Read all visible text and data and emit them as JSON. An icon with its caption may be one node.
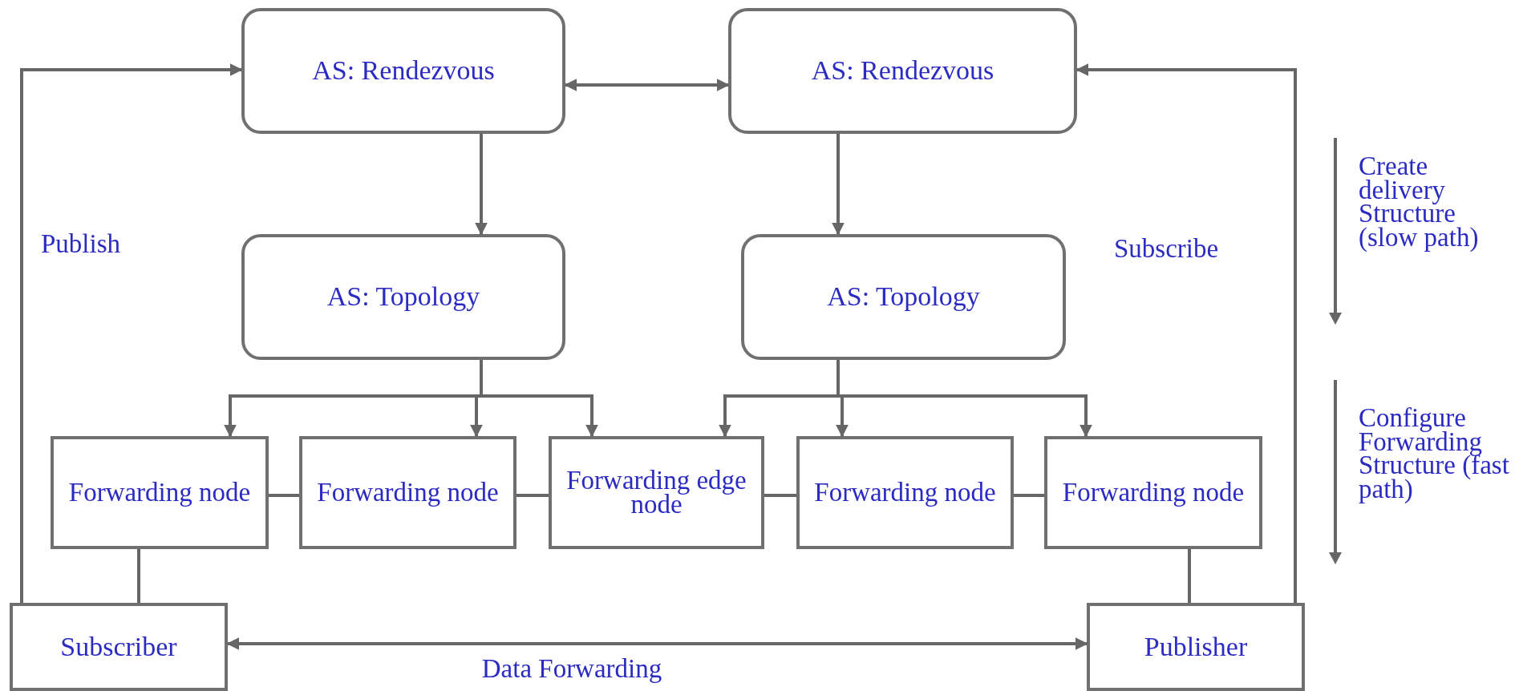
{
  "diagram": {
    "nodes": [
      {
        "text": [
          "AS: Rendezvous"
        ]
      },
      {
        "text": [
          "AS: Rendezvous"
        ]
      },
      {
        "text": [
          "AS: Topology"
        ]
      },
      {
        "text": [
          "AS: Topology"
        ]
      },
      {
        "text": [
          "Forwarding node"
        ]
      },
      {
        "text": [
          "Forwarding node"
        ]
      },
      {
        "text": [
          "Forwarding edge node"
        ]
      },
      {
        "text": [
          "Forwarding node"
        ]
      },
      {
        "text": [
          "Forwarding node"
        ]
      },
      {
        "text": [
          "Subscriber"
        ]
      },
      {
        "text": [
          "Publisher"
        ]
      }
    ],
    "edges": [
      {
        "from": 0,
        "to": 1,
        "arrow": "both"
      },
      {
        "from": 0,
        "to": 2,
        "arrow": "to"
      },
      {
        "from": 1,
        "to": 3,
        "arrow": "to"
      },
      {
        "from": 2,
        "to": 4,
        "arrow": "to"
      },
      {
        "from": 2,
        "to": 5,
        "arrow": "to"
      },
      {
        "from": 2,
        "to": 6,
        "arrow": "to"
      },
      {
        "from": 3,
        "to": 6,
        "arrow": "to"
      },
      {
        "from": 3,
        "to": 7,
        "arrow": "to"
      },
      {
        "from": 3,
        "to": 8,
        "arrow": "to"
      },
      {
        "from": 4,
        "to": 5,
        "arrow": "none"
      },
      {
        "from": 5,
        "to": 6,
        "arrow": "none"
      },
      {
        "from": 6,
        "to": 7,
        "arrow": "none"
      },
      {
        "from": 7,
        "to": 8,
        "arrow": "none"
      },
      {
        "from": 4,
        "to": 9,
        "arrow": "none"
      },
      {
        "from": 8,
        "to": 10,
        "arrow": "none"
      },
      {
        "from": 9,
        "to": 0,
        "arrow": "to"
      },
      {
        "from": 10,
        "to": 1,
        "arrow": "to"
      },
      {
        "from": 9,
        "to": 10,
        "arrow": "both",
        "label": "Data Forwarding"
      }
    ],
    "labels": [
      "Publish",
      "Subscribe",
      "Create delivery Structure (slow path)",
      "Configure Forwarding Structure (fast path)"
    ]
  }
}
